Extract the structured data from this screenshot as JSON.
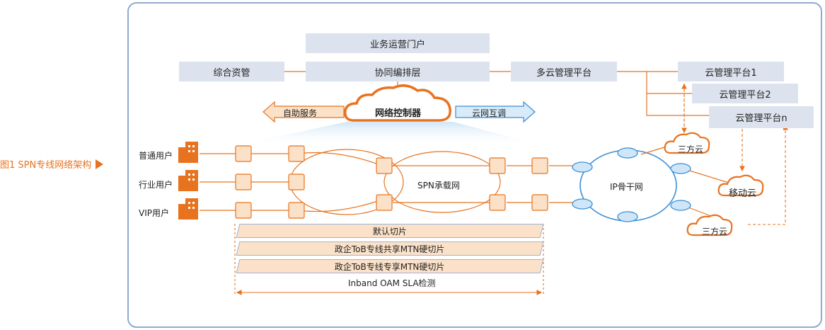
{
  "caption": "图1 SPN专线网络架构",
  "colors": {
    "orange": "#e8731f",
    "box_bg": "#dde3ee",
    "blue": "#3a8fd6",
    "frame": "#8faad0"
  },
  "top": {
    "portal": "业务运营门户",
    "resources": "综合资管",
    "orchestration": "协同编排层",
    "multicloud": "多云管理平台",
    "cloud_mgmt": [
      "云管理平台1",
      "云管理平台2",
      "云管理平台n"
    ]
  },
  "controller": {
    "label": "网络控制器",
    "left_arrow": "自助服务",
    "right_arrow": "云网互调"
  },
  "users": [
    "普通用户",
    "行业用户",
    "VIP用户"
  ],
  "networks": {
    "spn": "SPN承载网",
    "ip": "IP骨干网"
  },
  "clouds": [
    "三方云",
    "移动云",
    "三方云"
  ],
  "slices": [
    "默认切片",
    "政企ToB专线共享MTN硬切片",
    "政企ToB专线专享MTN硬切片"
  ],
  "oam": "Inband OAM SLA检测",
  "icons": [
    "building-icon",
    "device-icon",
    "router-icon",
    "cloud-icon"
  ]
}
